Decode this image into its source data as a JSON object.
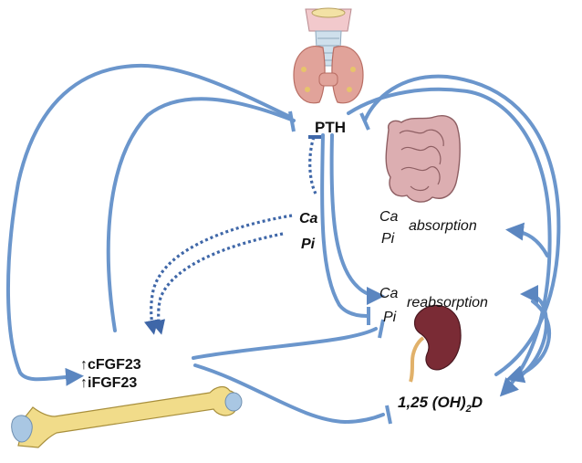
{
  "colors": {
    "arrow": "#6b96cc",
    "arrow_dark": "#3f67a8",
    "bone": "#f1dc8a",
    "bone_end": "#a9c7e3",
    "kidney": "#7a2b35",
    "thyroid": "#e1a39a",
    "gut": "#d7a9ac"
  },
  "icons": {
    "thyroid": "thyroid-parathyroid-icon",
    "intestine": "intestine-icon",
    "kidney": "kidney-icon",
    "bone": "femur-bone-icon"
  },
  "labels": {
    "pth": "PTH",
    "ca_center": "Ca",
    "pi_center": "Pi",
    "ca_gut": "Ca",
    "pi_gut": "Pi",
    "absorption": "absorption",
    "ca_kidney": "Ca",
    "pi_kidney": "Pi",
    "reabsorption": "reabsorption",
    "cfgf23": "↑cFGF23",
    "ifgf23": "↑iFGF23",
    "vitd_main": "1,25 (OH)",
    "vitd_sub": "2",
    "vitd_end": "D"
  }
}
